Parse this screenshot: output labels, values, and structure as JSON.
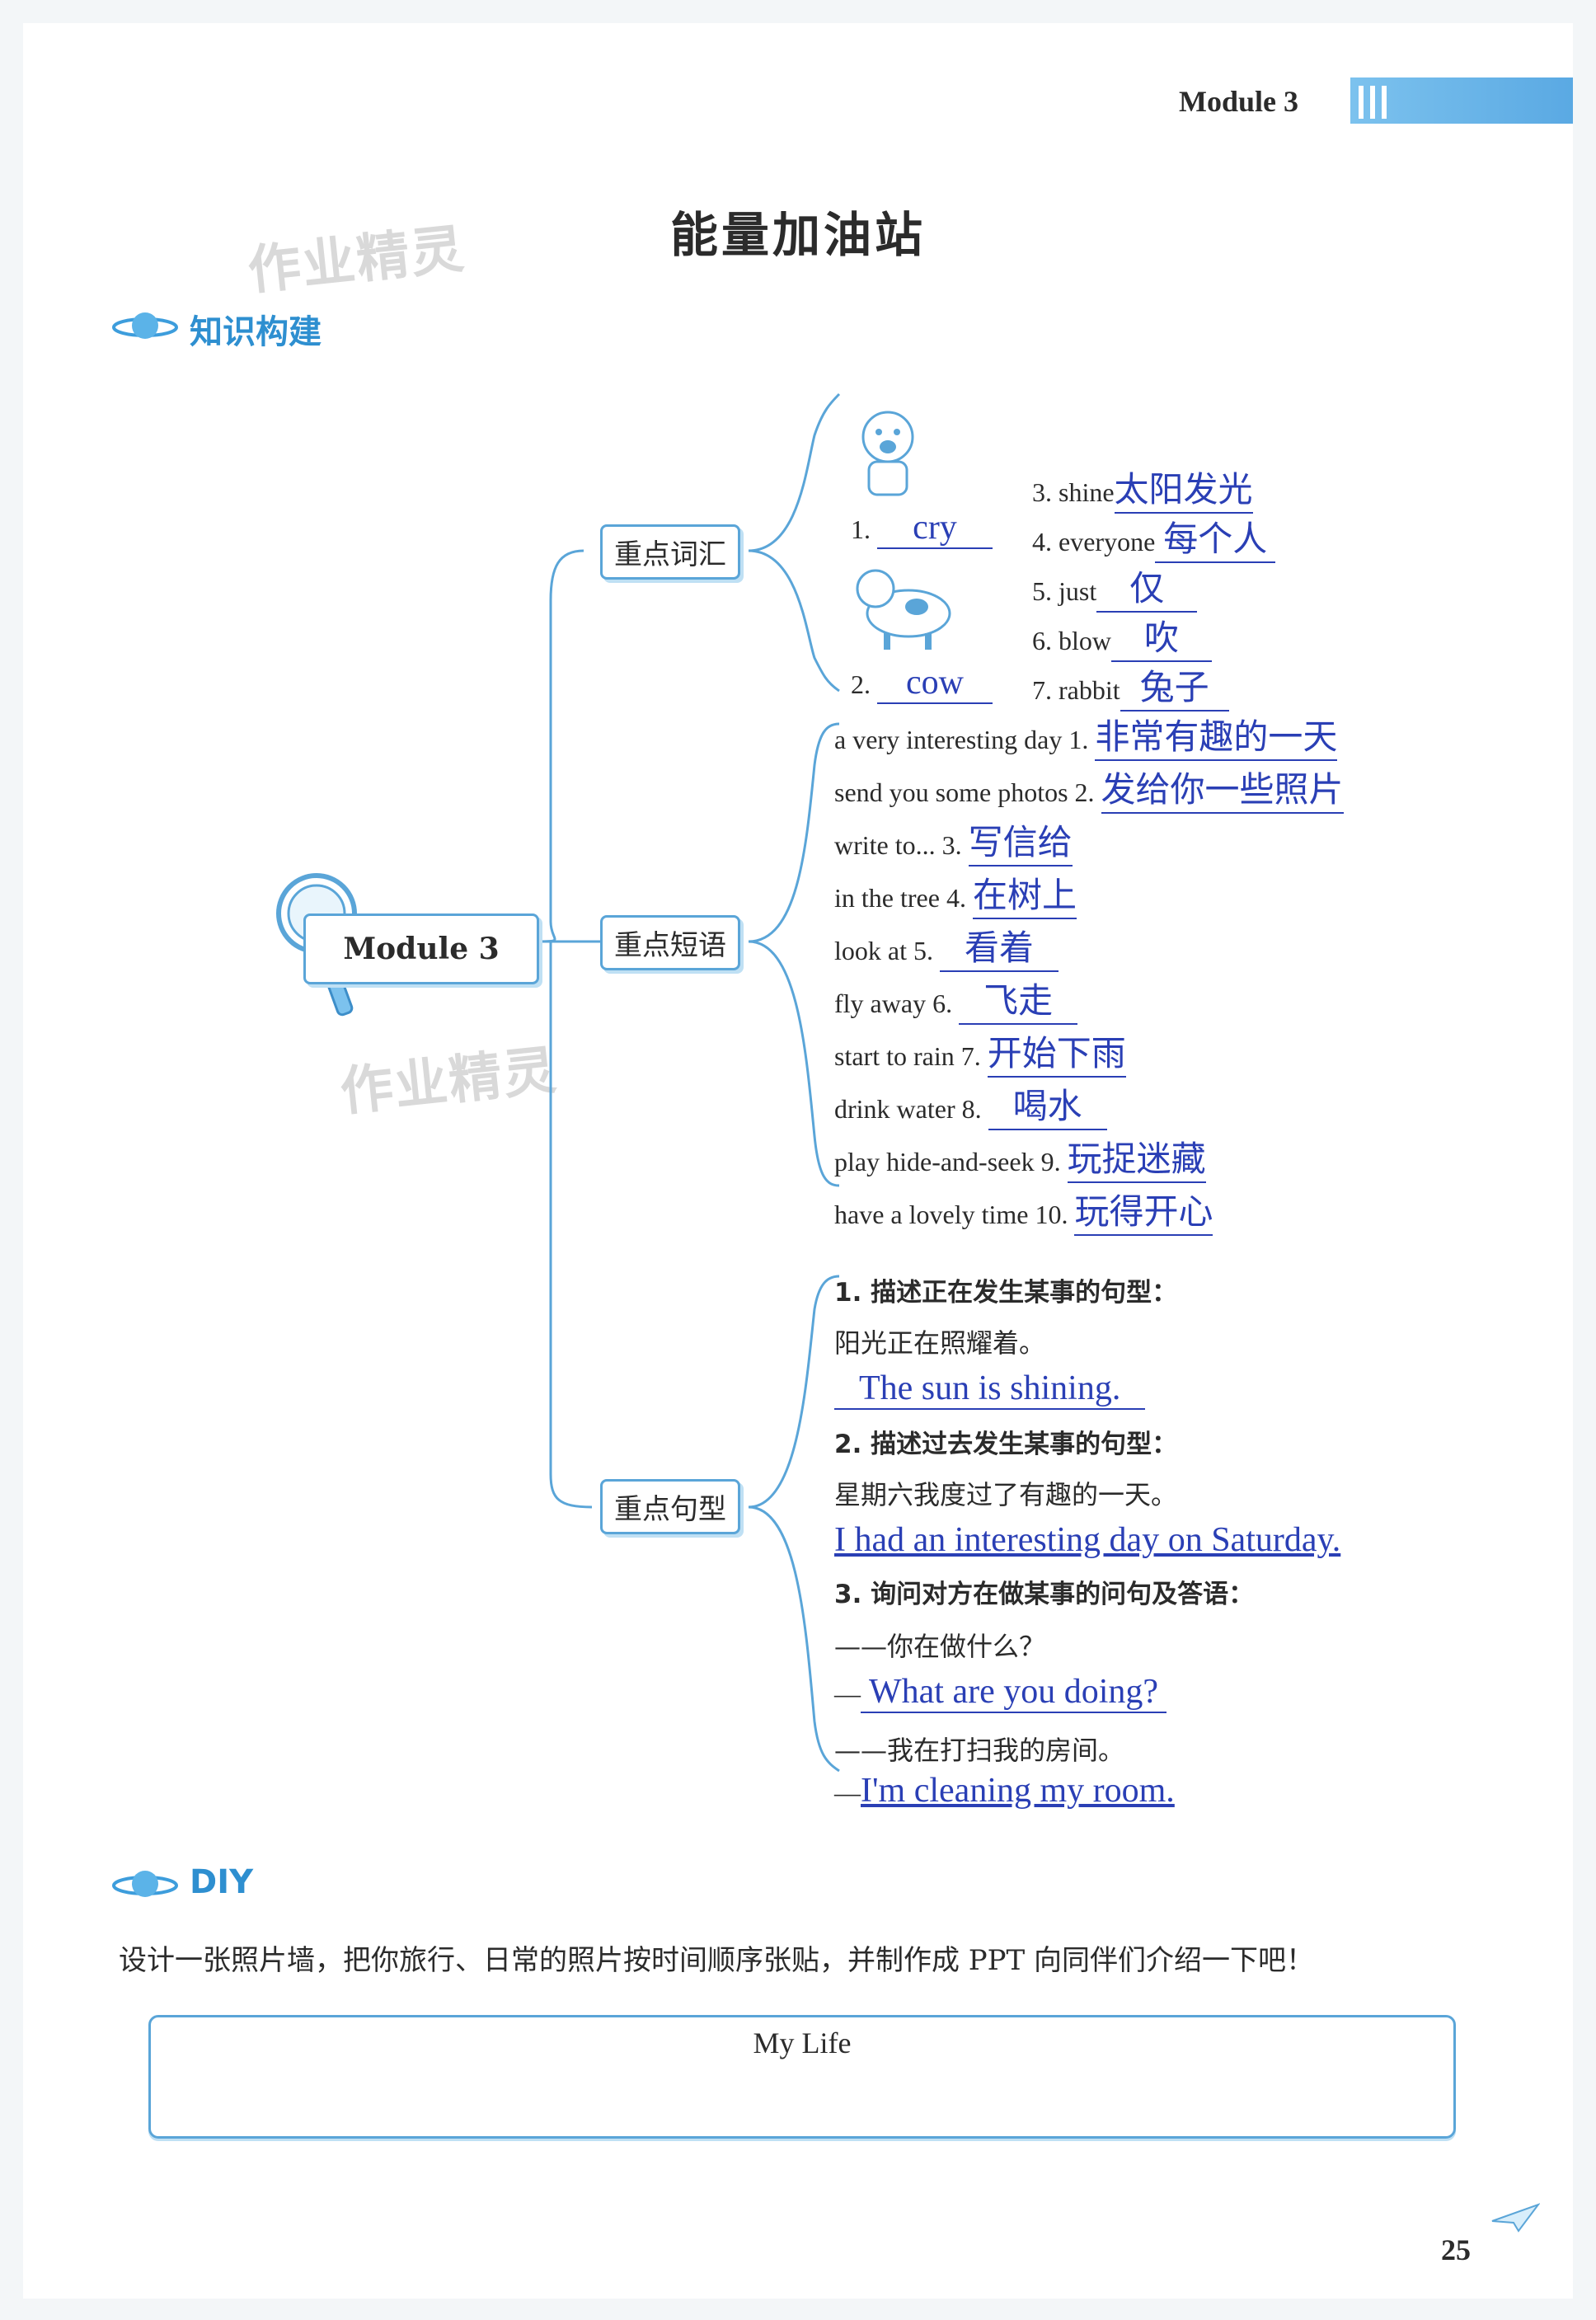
{
  "header": {
    "module": "Module 3",
    "page_number": "25"
  },
  "title": "能量加油站",
  "watermarks": [
    "作业精灵",
    "作业精灵"
  ],
  "sections": {
    "knowledge": "知识构建",
    "diy": "DIY"
  },
  "center_node": "Module 3",
  "branches": {
    "vocab": "重点词汇",
    "phrases": "重点短语",
    "sentences": "重点句型"
  },
  "vocab": {
    "pictures": [
      {
        "no": "1.",
        "answer": "cry",
        "icon": "crying-baby-icon"
      },
      {
        "no": "2.",
        "answer": "cow",
        "icon": "cow-icon"
      }
    ],
    "words": [
      {
        "prompt": "3. shine",
        "answer": "太阳发光"
      },
      {
        "prompt": "4. everyone",
        "answer": "每个人"
      },
      {
        "prompt": "5. just",
        "answer": "仅"
      },
      {
        "prompt": "6. blow",
        "answer": "吹"
      },
      {
        "prompt": "7. rabbit",
        "answer": "兔子"
      }
    ]
  },
  "phrases": [
    {
      "prompt": "a very interesting day 1.",
      "answer": "非常有趣的一天"
    },
    {
      "prompt": "send you some photos 2.",
      "answer": "发给你一些照片"
    },
    {
      "prompt": "write to... 3.",
      "answer": "写信给"
    },
    {
      "prompt": "in the tree 4.",
      "answer": "在树上"
    },
    {
      "prompt": "look at 5.",
      "answer": "看着"
    },
    {
      "prompt": "fly away 6.",
      "answer": "飞走"
    },
    {
      "prompt": "start to rain 7.",
      "answer": "开始下雨"
    },
    {
      "prompt": "drink water 8.",
      "answer": "喝水"
    },
    {
      "prompt": "play hide-and-seek 9.",
      "answer": "玩捉迷藏"
    },
    {
      "prompt": "have a lovely time 10.",
      "answer": "玩得开心"
    }
  ],
  "sentences": {
    "s1_heading": "1. 描述正在发生某事的句型：",
    "s1_cn": "阳光正在照耀着。",
    "s1_answer": "The sun is shining.",
    "s2_heading": "2. 描述过去发生某事的句型：",
    "s2_cn": "星期六我度过了有趣的一天。",
    "s2_answer": "I had an interesting day on Saturday.",
    "s3_heading": "3. 询问对方在做某事的问句及答语：",
    "s3_q_cn": "——你在做什么？",
    "s3_q_dash": "—",
    "s3_q_answer": "What are you doing?",
    "s3_a_cn": "——我在打扫我的房间。",
    "s3_a_dash": "—",
    "s3_a_answer": "I'm cleaning my room."
  },
  "diy": {
    "instruction": "设计一张照片墙，把你旅行、日常的照片按时间顺序张贴，并制作成 PPT 向同伴们介绍一下吧！",
    "box_title": "My Life"
  }
}
